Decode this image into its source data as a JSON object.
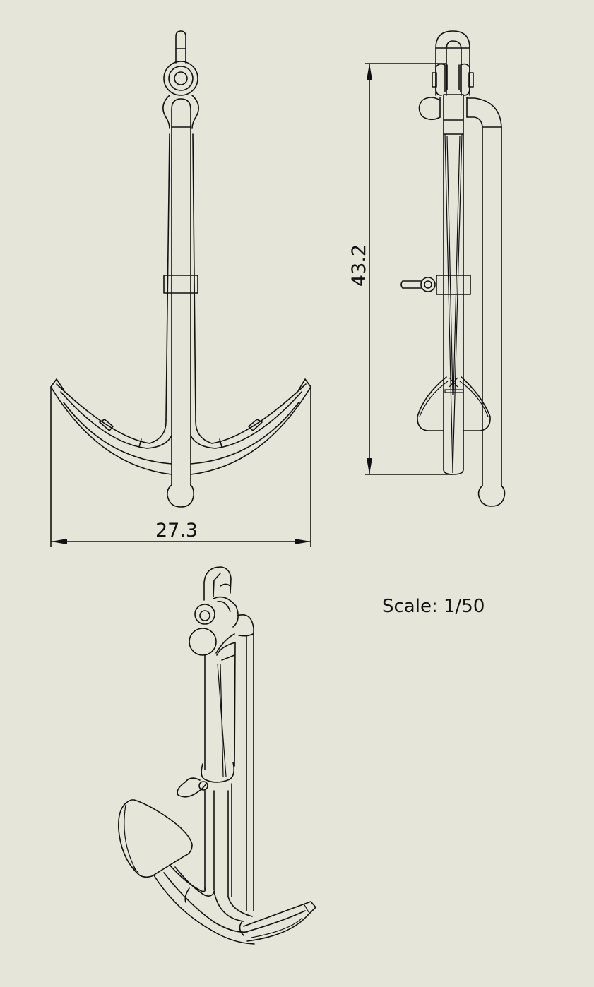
{
  "drawing": {
    "subject": "Anchor",
    "background_color": "#e5e5da",
    "line_color": "#111111",
    "views": [
      {
        "name": "front-view",
        "dimension": {
          "label": "27.3",
          "orientation": "horizontal"
        }
      },
      {
        "name": "side-view",
        "dimension": {
          "label": "43.2",
          "orientation": "vertical"
        }
      },
      {
        "name": "isometric-view"
      }
    ],
    "scale_label": "Scale: 1/50"
  }
}
